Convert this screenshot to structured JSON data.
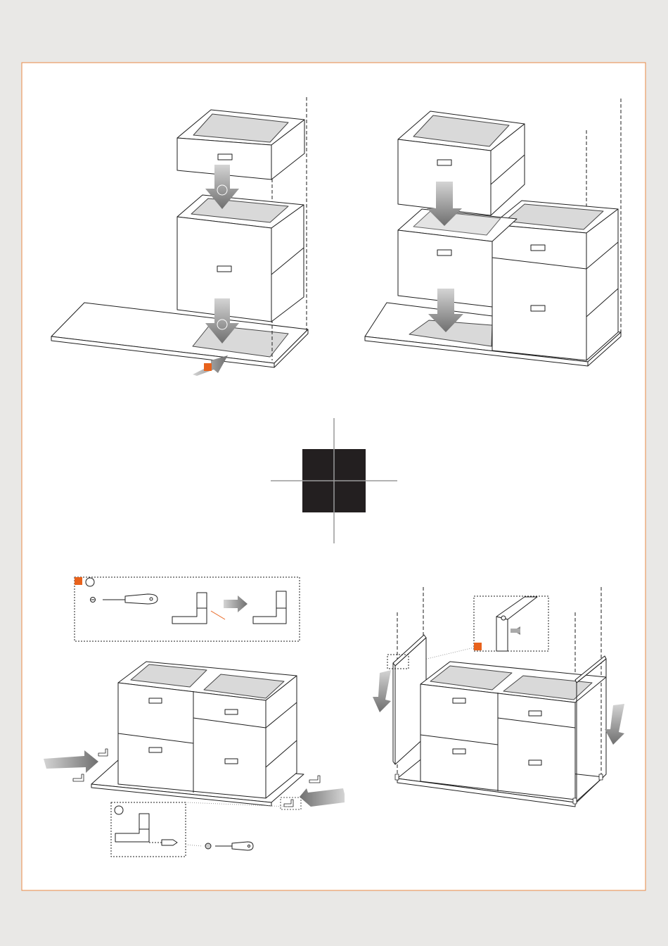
{
  "page": {
    "background_color": "#e9e8e6",
    "sheet_color": "#ffffff",
    "frame_color": "#e98a45",
    "accent_color": "#e8621c"
  },
  "center_mark": {
    "square_color": "#231f20",
    "line_color": "#9a9a9a"
  },
  "steps": [
    {
      "id": "step-stack-two-modules",
      "icon": "down-arrow-icon"
    },
    {
      "id": "step-stack-three-modules",
      "icon": "down-arrow-icon"
    },
    {
      "id": "step-fit-base-brackets",
      "icon": "screwdriver-icon"
    },
    {
      "id": "step-attach-side-panels",
      "icon": "down-arrow-icon"
    }
  ]
}
